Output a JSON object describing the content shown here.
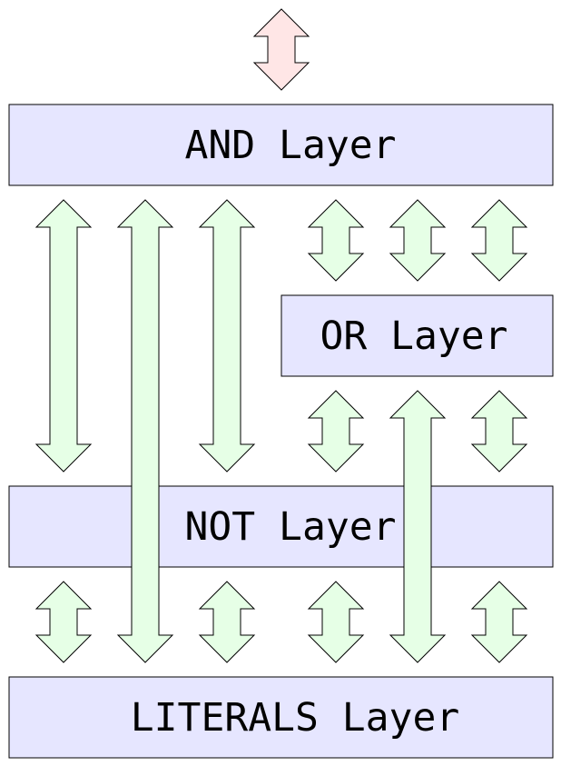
{
  "layers": {
    "and_label": "AND Layer",
    "or_label": "OR Layer",
    "not_label": "NOT Layer",
    "literals_label": "LITERALS Layer"
  },
  "colors": {
    "layer_fill": "#e6e6ff",
    "arrow_fill": "#e6ffe6",
    "output_arrow_fill": "#ffe6e6",
    "stroke": "#000000"
  },
  "arrow_icon": "double-headed-arrow-icon"
}
